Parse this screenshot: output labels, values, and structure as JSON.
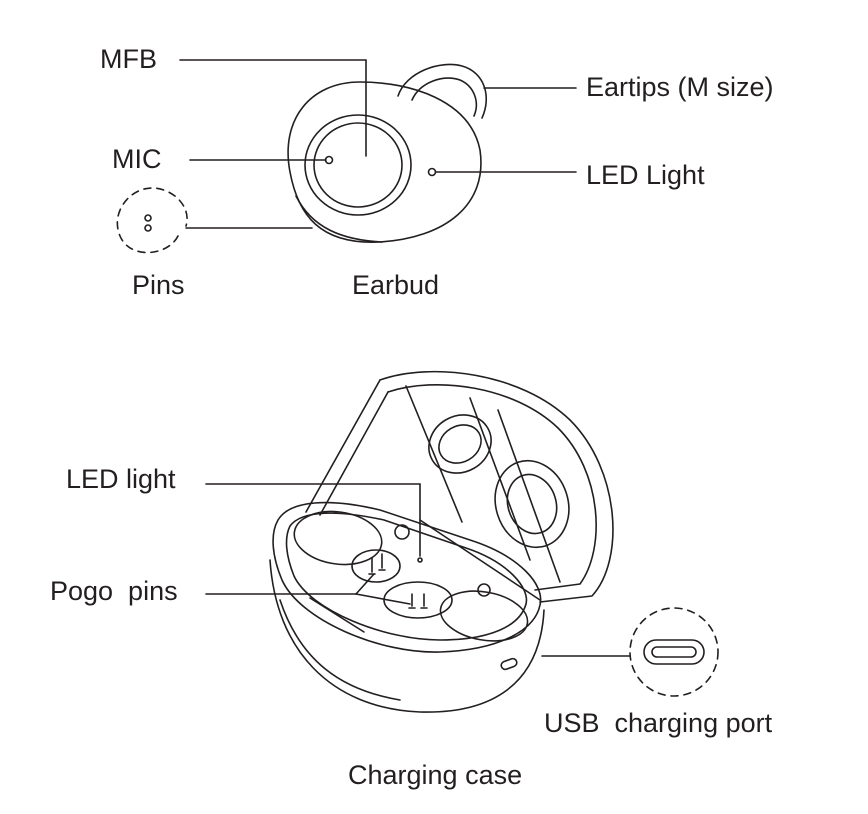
{
  "earbud": {
    "labels": {
      "mfb": "MFB",
      "mic": "MIC",
      "pins": "Pins",
      "eartips": "Eartips (M size)",
      "led": "LED Light",
      "caption": "Earbud"
    }
  },
  "charging_case": {
    "labels": {
      "led": "LED light",
      "pogo": "Pogo  pins",
      "usb": "USB  charging port",
      "caption": "Charging case"
    }
  },
  "colors": {
    "ink": "#231f20",
    "background": "#ffffff"
  }
}
